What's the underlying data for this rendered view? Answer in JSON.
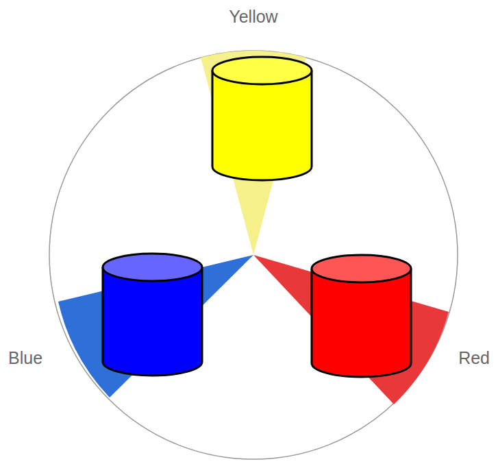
{
  "diagram": {
    "labels": [
      "Yellow",
      "Blue",
      "Red"
    ]
  }
}
